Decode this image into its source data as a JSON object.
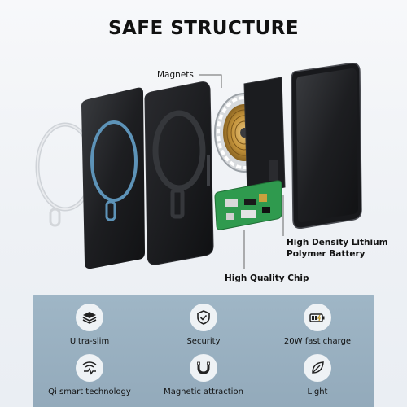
{
  "title": "SAFE STRUCTURE",
  "callouts": {
    "magnets": "Magnets",
    "battery_line1": "High Density Lithium",
    "battery_line2": "Polymer Battery",
    "chip": "High Quality Chip"
  },
  "features": [
    {
      "label": "Ultra-slim",
      "icon": "layers-icon"
    },
    {
      "label": "Security",
      "icon": "shield-check-icon"
    },
    {
      "label": "20W fast charge",
      "icon": "battery-bolt-icon"
    },
    {
      "label": "Qi smart technology",
      "icon": "wireless-charging-icon"
    },
    {
      "label": "Magnetic attraction",
      "icon": "magnet-icon"
    },
    {
      "label": "Light",
      "icon": "leaf-icon"
    }
  ],
  "colors": {
    "panel": "#97adbe",
    "device": "#1a1b1e",
    "magsafe_ring": "#5d93b8",
    "coil": "#c89a3c",
    "pcb": "#2f9a4e"
  }
}
